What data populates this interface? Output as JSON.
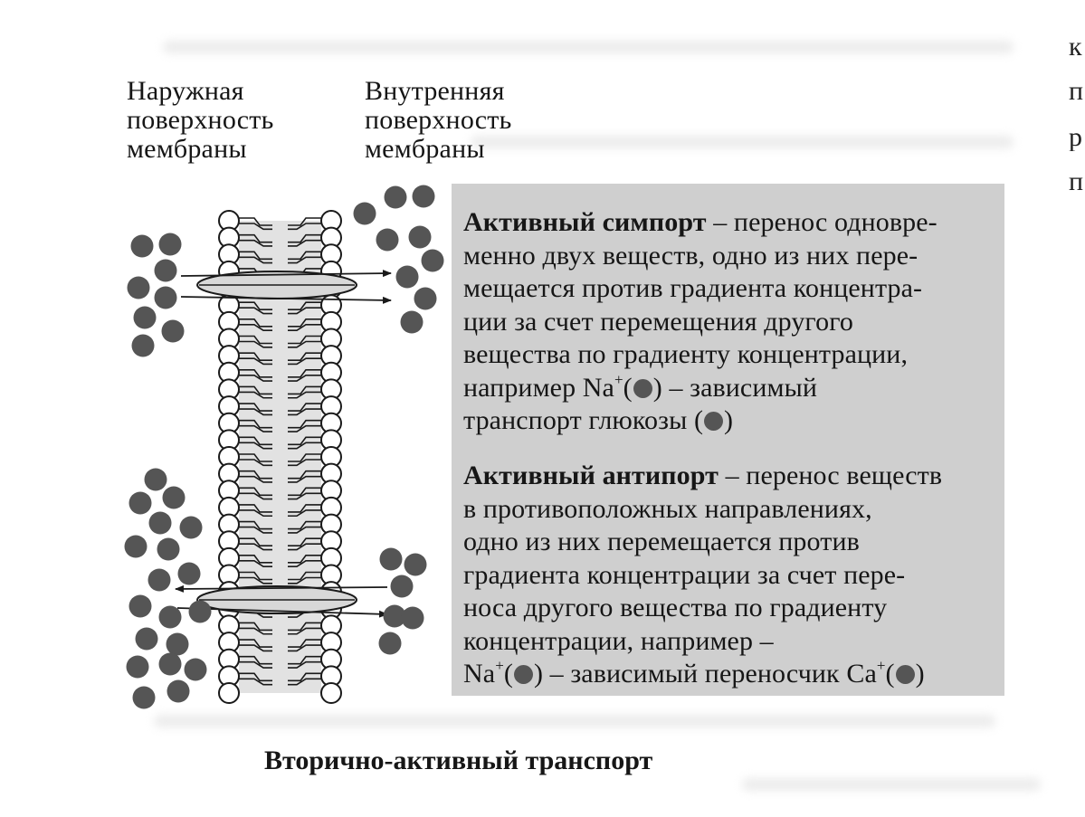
{
  "labels": {
    "outer_surface": [
      "Наружная",
      "поверхность",
      "мембраны"
    ],
    "inner_surface": [
      "Внутренняя",
      "поверхность",
      "мембраны"
    ]
  },
  "symport": {
    "term": "Активный симпорт",
    "lines": [
      " – перенос одновре-",
      "менно двух веществ,  одно из них пере-",
      "мещается против градиента концентра-",
      "ции за счет перемещения другого",
      "вещества по градиенту концентрации,"
    ],
    "example_prefix": "например Na",
    "example_sup": "+",
    "example_open": "(",
    "example_suffix": ") – зависимый",
    "last_prefix": "транспорт глюкозы (",
    "last_suffix": ")"
  },
  "antiport": {
    "term": "Активный антипорт",
    "lines": [
      " – перенос веществ",
      "в противоположных направлениях,",
      "одно из них перемещается против",
      "градиента концентрации за счет пере-",
      "носа другого вещества по градиенту",
      "концентрации, например –"
    ],
    "last_prefix": "Na",
    "last_sup1": "+",
    "last_open": "(",
    "last_mid": ") – зависимый переносчик Ca",
    "last_sup2": "+",
    "last_close": ")"
  },
  "caption": "Вторично-активный транспорт",
  "edge_glyphs": [
    "к",
    "п",
    "р",
    "п"
  ],
  "colors": {
    "ion": "#555555",
    "panel": "#cfcfcf",
    "ink": "#161616"
  }
}
